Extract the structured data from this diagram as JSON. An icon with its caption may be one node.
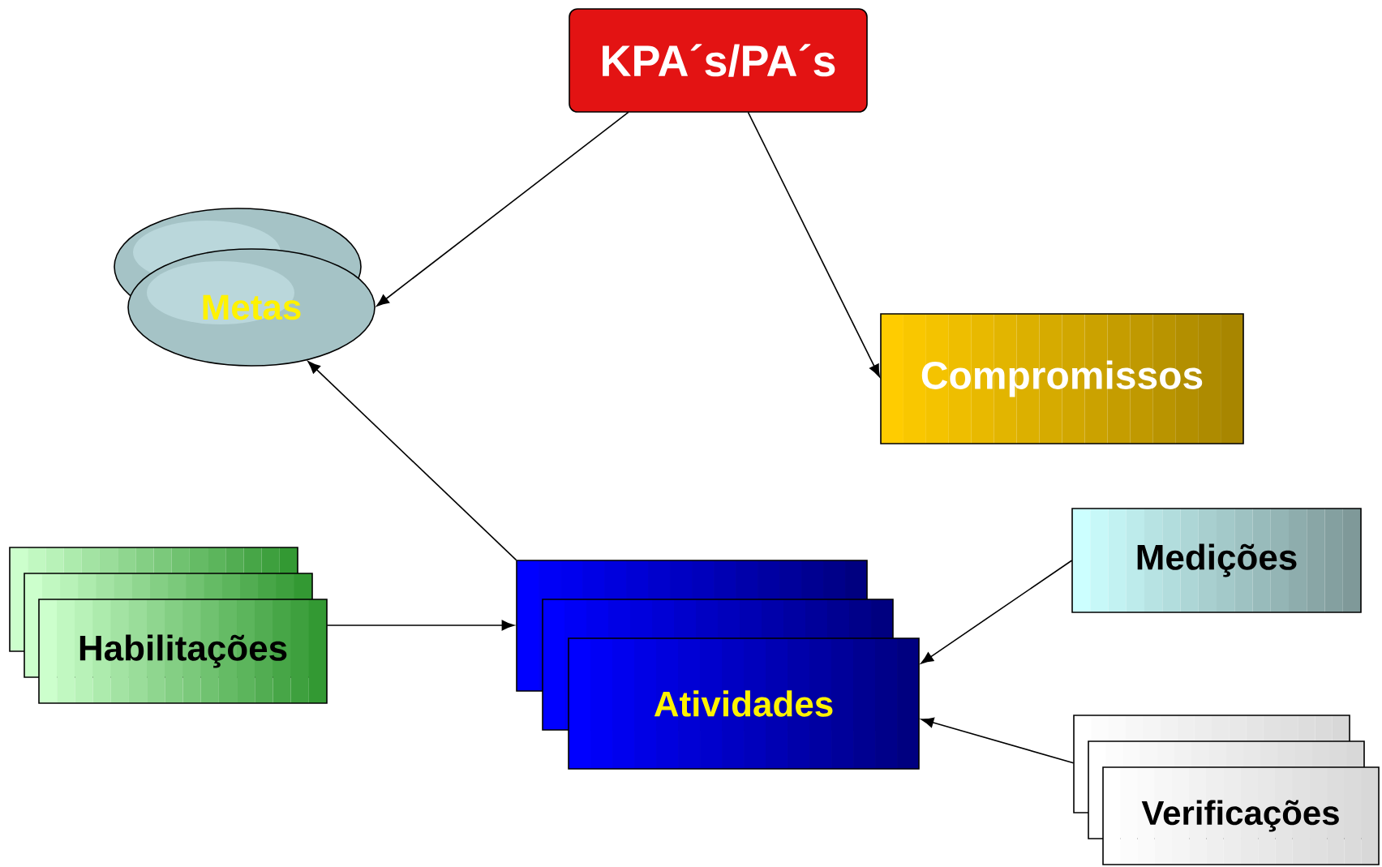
{
  "diagram": {
    "nodes": [
      {
        "text": [
          "KPA´s/PA´s"
        ]
      },
      {
        "text": [
          "Metas"
        ]
      },
      {
        "text": [
          "Compromissos"
        ]
      },
      {
        "text": [
          "Habilitações"
        ]
      },
      {
        "text": [
          "Atividades"
        ]
      },
      {
        "text": [
          "Medições"
        ]
      },
      {
        "text": [
          "Verificações"
        ]
      }
    ],
    "edges": [
      {
        "from": 0,
        "to": 1,
        "arrow": "to"
      },
      {
        "from": 0,
        "to": 2,
        "arrow": "to"
      },
      {
        "from": 4,
        "to": 1,
        "arrow": "to"
      },
      {
        "from": 3,
        "to": 4,
        "arrow": "to"
      },
      {
        "from": 5,
        "to": 4,
        "arrow": "to"
      },
      {
        "from": 6,
        "to": 4,
        "arrow": "to"
      }
    ]
  }
}
